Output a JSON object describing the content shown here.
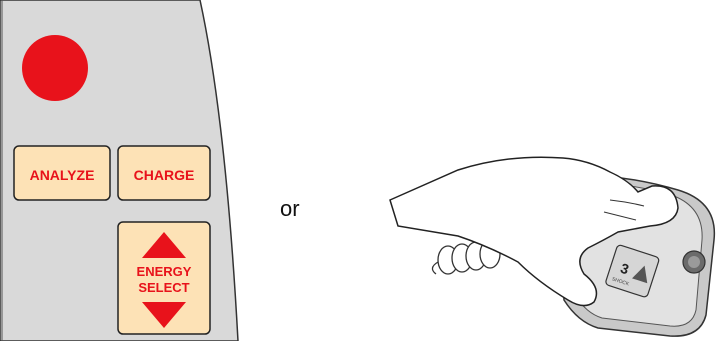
{
  "panel": {
    "buttons": {
      "analyze": "ANALYZE",
      "charge": "CHARGE",
      "energy_select_line1": "ENERGY",
      "energy_select_line2": "SELECT"
    }
  },
  "separator": "or",
  "paddle": {
    "button_number": "3",
    "button_caption": "SHOCK"
  },
  "colors": {
    "panel_fill": "#d9d9d9",
    "button_fill": "#fde2b6",
    "accent_red": "#e8121b"
  }
}
